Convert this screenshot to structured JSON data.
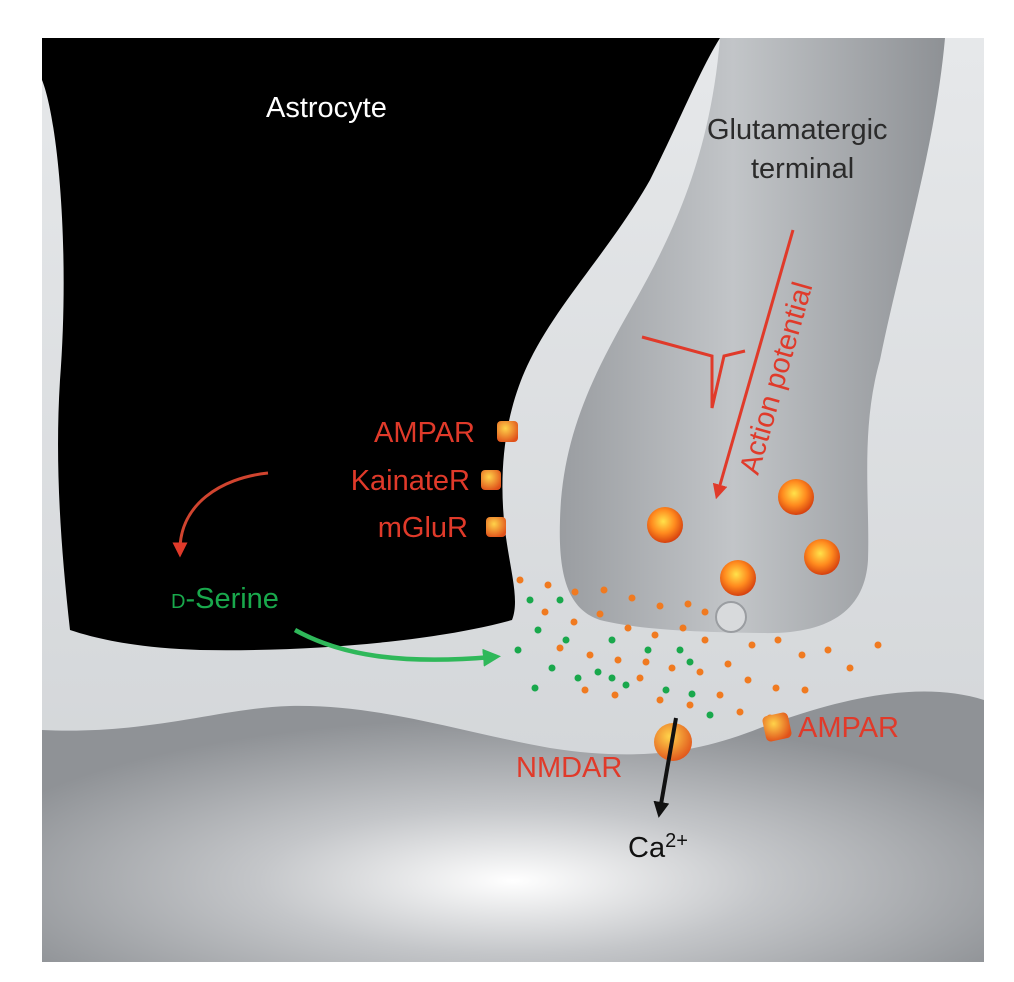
{
  "labels": {
    "astrocyte": "Astrocyte",
    "terminal_line1": "Glutamatergic",
    "terminal_line2": "terminal",
    "action_potential": "Action potential",
    "astro_ampar": "AMPAR",
    "astro_kainater": "KainateR",
    "astro_mglur": "mGluR",
    "d_prefix": "D",
    "serine": "-Serine",
    "nmdar": "NMDAR",
    "post_ampar": "AMPAR",
    "calcium": "Ca",
    "calcium_sup": "2+"
  },
  "colors": {
    "background": "#d8dadc",
    "astrocyte": "#000000",
    "receptor_red": "#e03a2a",
    "glutamate_orange": "#f07a20",
    "dserine_green": "#19a84c"
  }
}
